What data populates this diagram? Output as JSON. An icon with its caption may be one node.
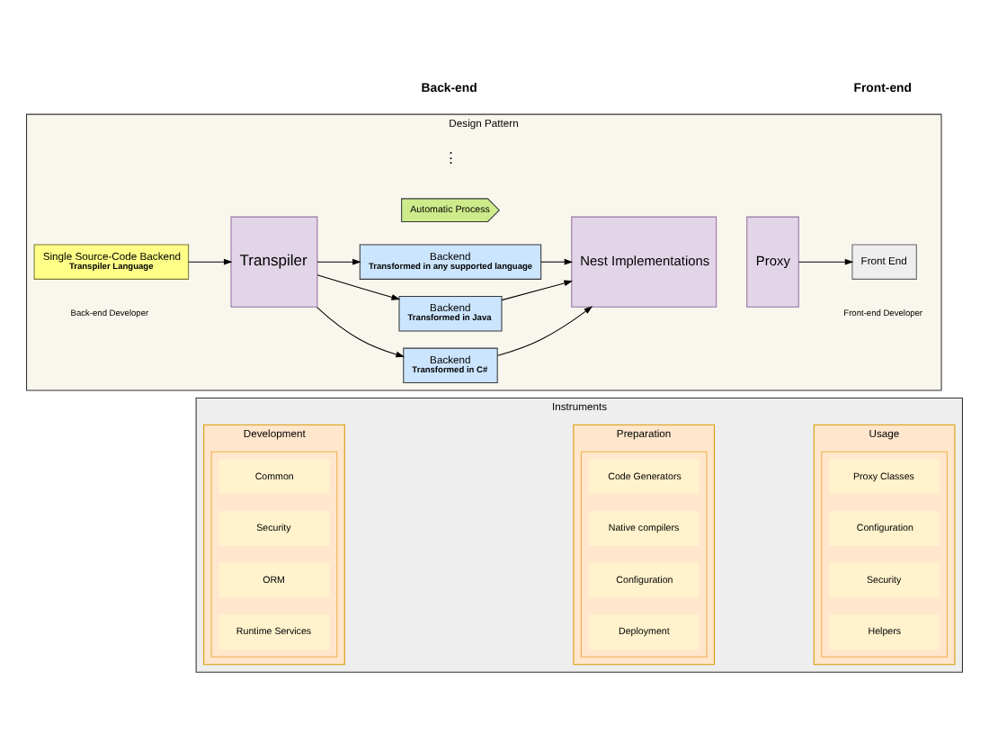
{
  "diagram": {
    "nodes": [
      {
        "text": [
          "Design Pattern"
        ]
      },
      {
        "text": [
          "Back-end Developer"
        ],
        "in": 0
      },
      {
        "text": [
          "Single Source-Code Backend",
          "Transpiler Language"
        ],
        "in": 0
      },
      {
        "text": [
          "Transpiler"
        ],
        "in": 0
      },
      {
        "text": [
          "Backend",
          "Transformed in C#"
        ],
        "in": 0
      },
      {
        "text": [
          "Backend",
          "Transformed in Java"
        ],
        "in": 0
      },
      {
        "text": [
          "Backend",
          "Transformed in any supported language"
        ],
        "in": 0
      },
      {
        "text": [
          "Nest Implementations"
        ],
        "in": 0
      },
      {
        "text": [
          "Proxy"
        ],
        "in": 0
      },
      {
        "text": [
          "Front-end Developer"
        ],
        "in": 0
      },
      {
        "text": [
          "Front End"
        ],
        "in": 0
      },
      {
        "text": [
          "Automatic Process"
        ],
        "in": 0
      },
      {
        "text": [
          "Instruments"
        ]
      },
      {
        "text": [
          "Development"
        ],
        "in": 12
      },
      {
        "text": [],
        "shape": "box",
        "in": 13
      },
      {
        "text": [
          "Common"
        ],
        "in": 14
      },
      {
        "text": [
          "Security"
        ],
        "in": 14
      },
      {
        "text": [
          "ORM"
        ],
        "in": 14
      },
      {
        "text": [
          "Runtime Services"
        ],
        "in": 14
      },
      {
        "text": [
          "Preparation"
        ],
        "in": 12
      },
      {
        "text": [],
        "shape": "box",
        "in": 19
      },
      {
        "text": [
          "Code Generators"
        ],
        "in": 20
      },
      {
        "text": [
          "Native compilers"
        ],
        "in": 20
      },
      {
        "text": [
          "Configuration"
        ],
        "in": 20
      },
      {
        "text": [
          "Deployment"
        ],
        "in": 20
      },
      {
        "text": [
          "Usage"
        ],
        "in": 12
      },
      {
        "text": [],
        "shape": "box",
        "in": 25
      },
      {
        "text": [
          "Proxy Classes"
        ],
        "in": 26
      },
      {
        "text": [
          "Configuration"
        ],
        "in": 26
      },
      {
        "text": [
          "Security"
        ],
        "in": 26
      },
      {
        "text": [
          "Helpers"
        ],
        "in": 26
      }
    ],
    "edges": [
      {
        "from": 2,
        "to": 3,
        "arrow": "to"
      },
      {
        "from": 3,
        "to": 4,
        "arrow": "to"
      },
      {
        "from": 3,
        "to": 5,
        "arrow": "to"
      },
      {
        "from": 3,
        "to": 6,
        "arrow": "to"
      },
      {
        "from": 4,
        "to": 7,
        "arrow": "to"
      },
      {
        "from": 5,
        "to": 7,
        "arrow": "to"
      },
      {
        "from": 6,
        "to": 7,
        "arrow": "to"
      },
      {
        "from": 8,
        "to": 10,
        "arrow": "to"
      }
    ],
    "labels": [
      "Back-end",
      "Front-end",
      "⋮"
    ]
  }
}
